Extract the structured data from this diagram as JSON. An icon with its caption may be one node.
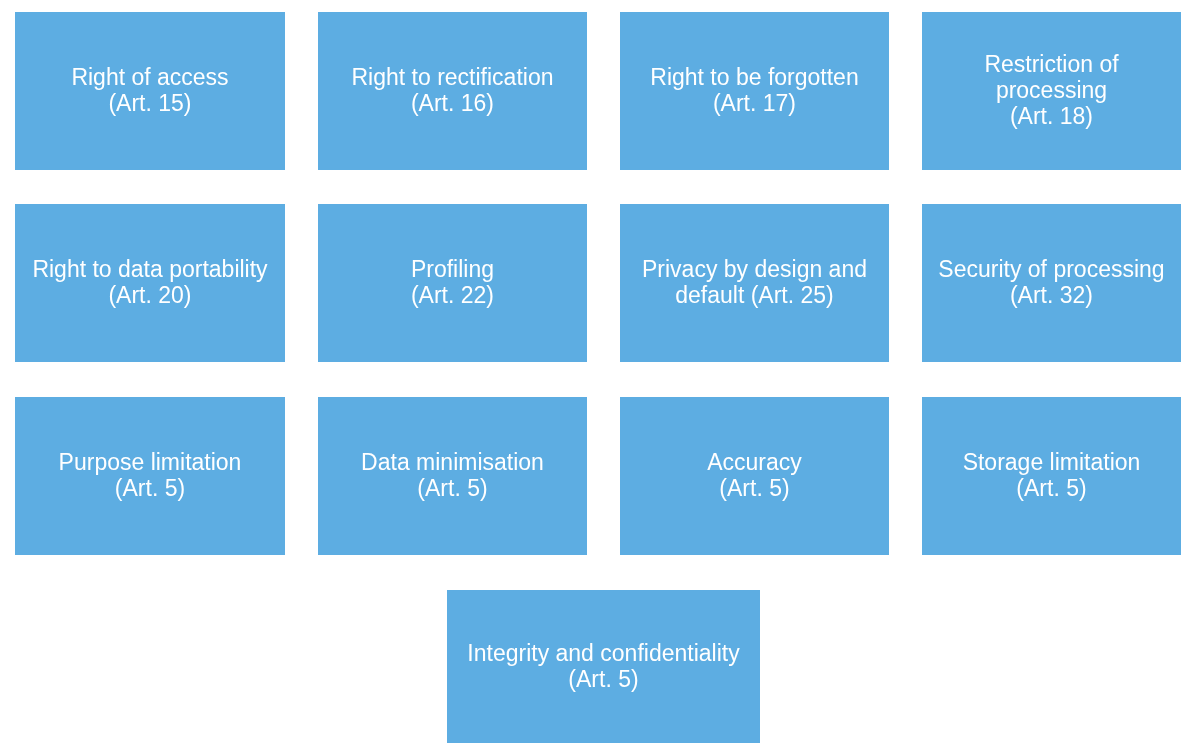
{
  "diagram": {
    "nodes": [
      {
        "text": [
          "Right of access",
          "(Art. 15)"
        ]
      },
      {
        "text": [
          "Right to rectification",
          "(Art. 16)"
        ]
      },
      {
        "text": [
          "Right to be forgotten",
          "(Art. 17)"
        ]
      },
      {
        "text": [
          "Restriction of processing",
          "(Art. 18)"
        ]
      },
      {
        "text": [
          "Right to data portability",
          "(Art. 20)"
        ]
      },
      {
        "text": [
          "Profiling",
          "(Art. 22)"
        ]
      },
      {
        "text": [
          "Privacy by design and default (Art. 25)"
        ]
      },
      {
        "text": [
          "Security of processing",
          "(Art. 32)"
        ]
      },
      {
        "text": [
          "Purpose limitation",
          "(Art. 5)"
        ]
      },
      {
        "text": [
          "Data minimisation",
          "(Art. 5)"
        ]
      },
      {
        "text": [
          "Accuracy",
          "(Art. 5)"
        ]
      },
      {
        "text": [
          "Storage limitation",
          "(Art. 5)"
        ]
      },
      {
        "text": [
          "Integrity and confidentiality (Art. 5)"
        ]
      }
    ]
  }
}
